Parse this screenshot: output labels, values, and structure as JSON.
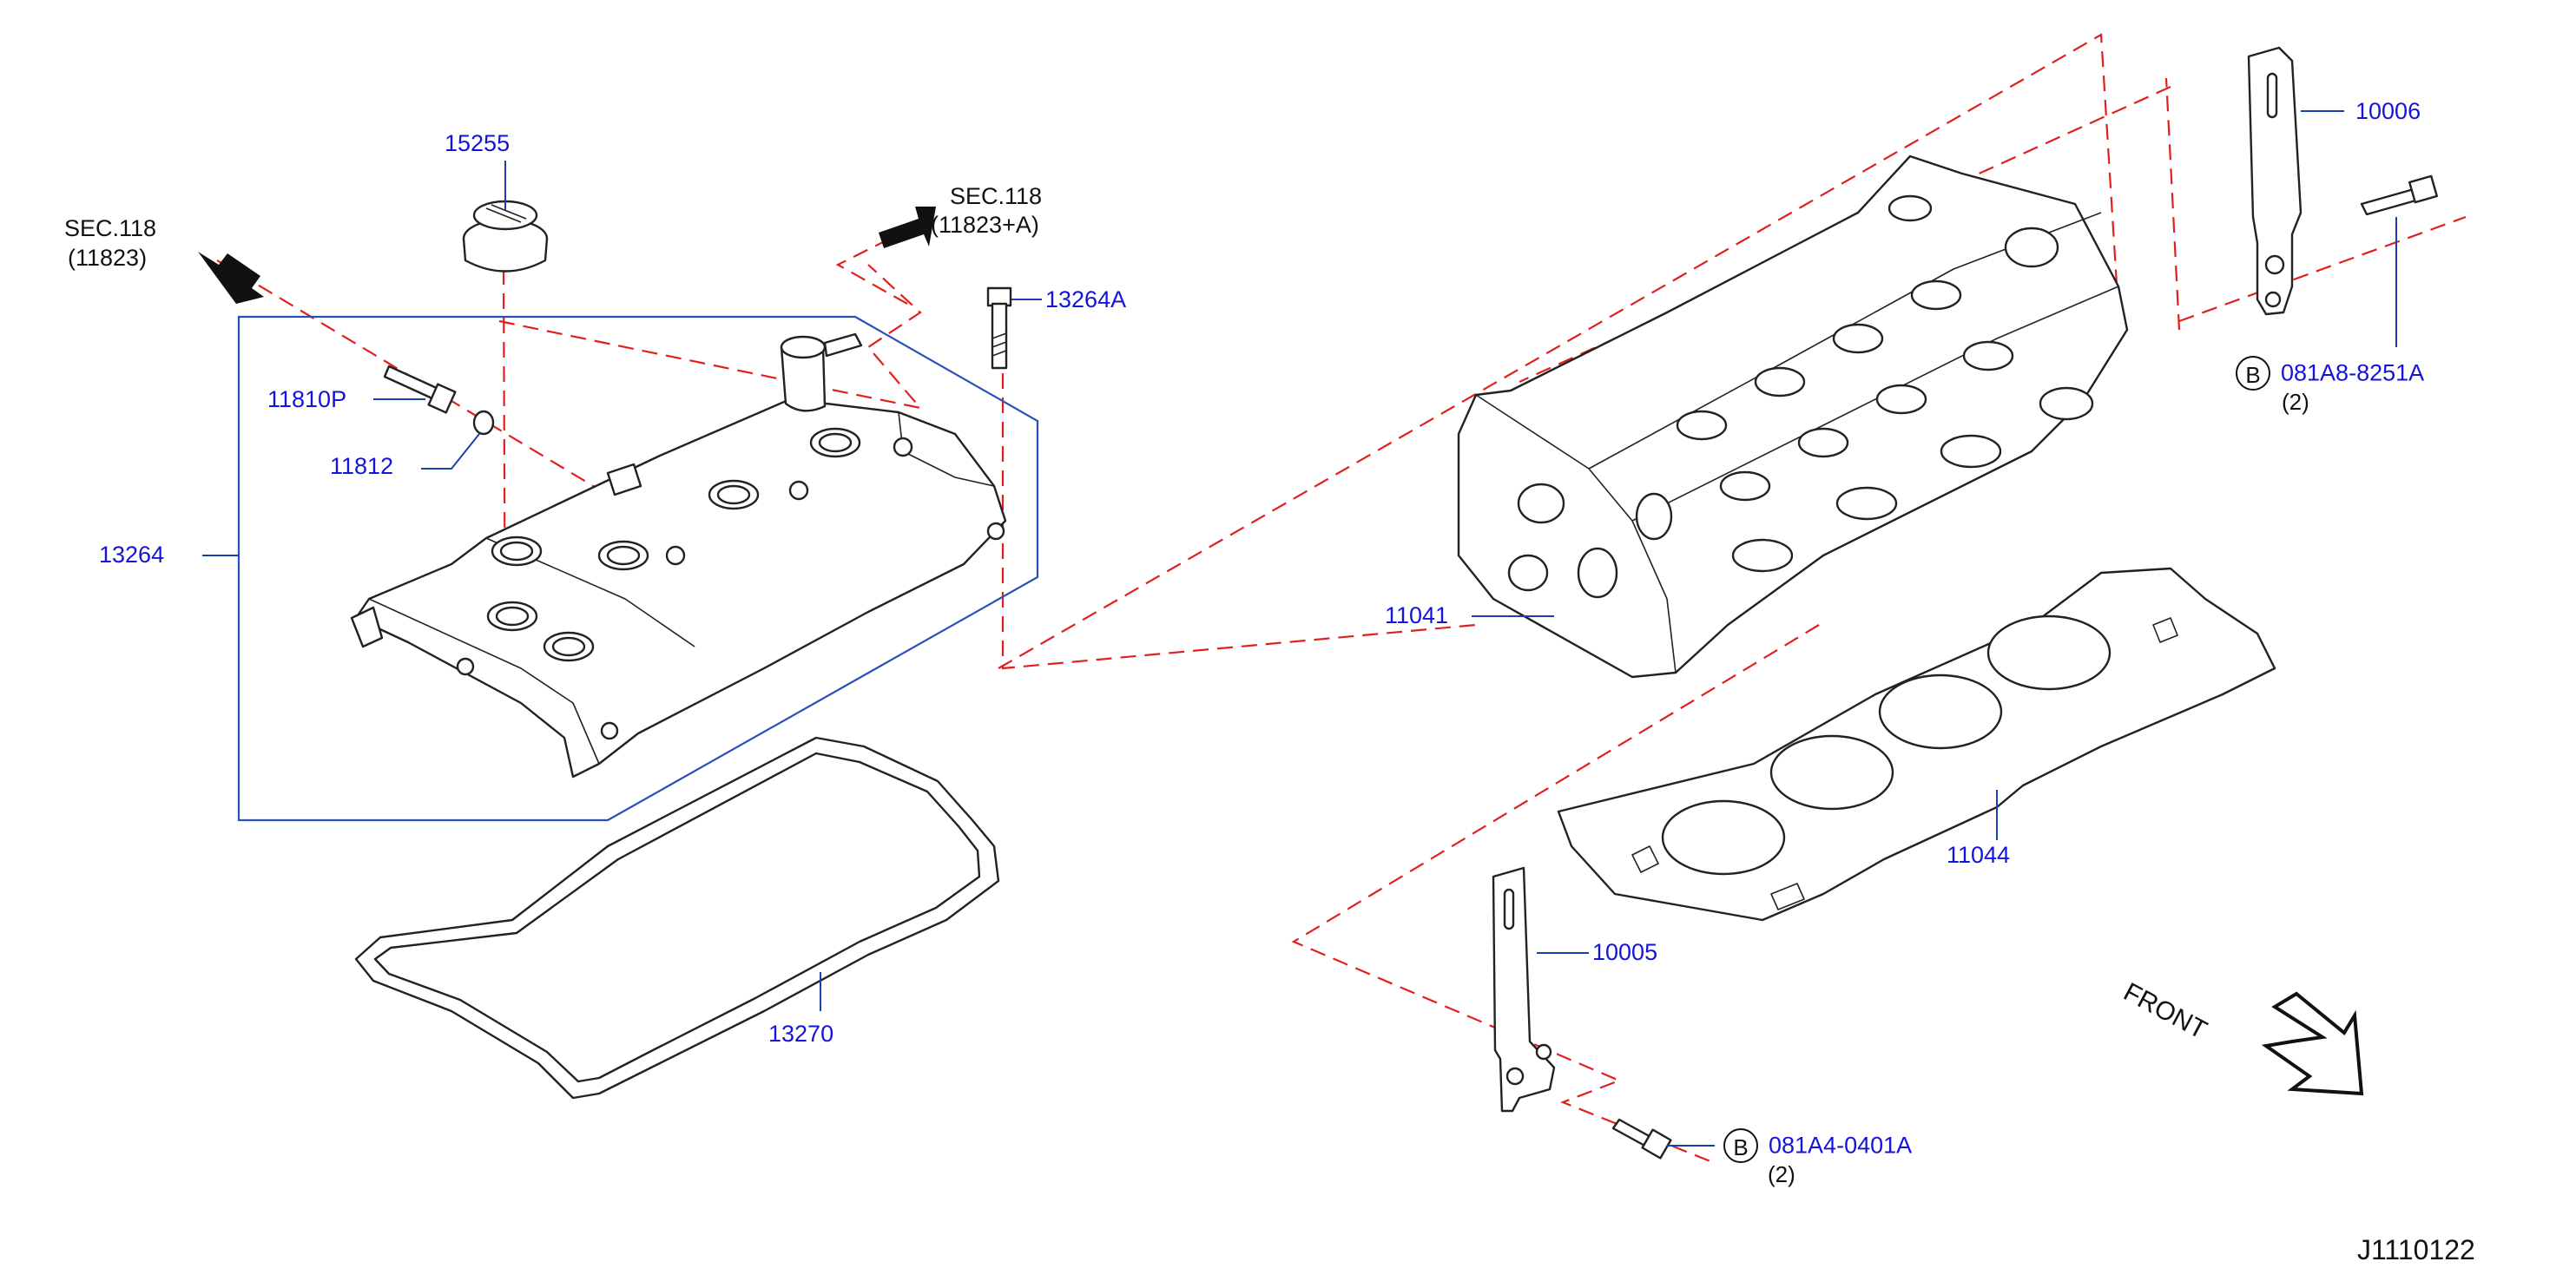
{
  "figure_id": "J1110122",
  "parts": [
    {
      "number": "15255"
    },
    {
      "number": "11810P"
    },
    {
      "number": "11812"
    },
    {
      "number": "13264"
    },
    {
      "number": "13264A"
    },
    {
      "number": "13270"
    },
    {
      "number": "11041"
    },
    {
      "number": "11044"
    },
    {
      "number": "10005"
    },
    {
      "number": "10006"
    },
    {
      "number": "081A8-8251A",
      "marker": "B",
      "qty": "(2)"
    },
    {
      "number": "081A4-0401A",
      "marker": "B",
      "qty": "(2)"
    }
  ],
  "section_refs": [
    {
      "title": "SEC.118",
      "sub": "(11823)"
    },
    {
      "title": "SEC.118",
      "sub": "(11823+A)"
    }
  ],
  "front_label": "FRONT",
  "colors": {
    "part_number": "#1414d8",
    "phantom_line": "#e02020",
    "group_box": "#2a50b8",
    "outline": "#222222"
  }
}
